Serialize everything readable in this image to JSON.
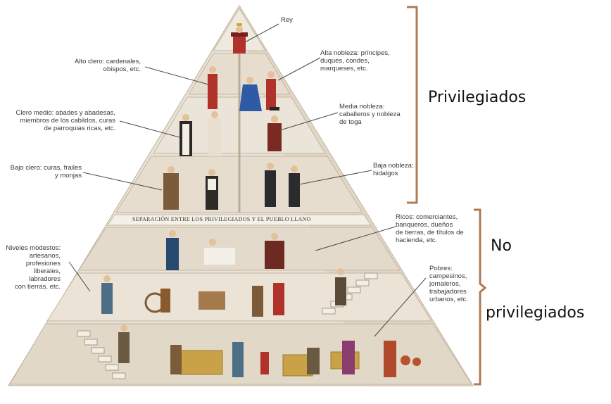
{
  "diagram": {
    "apex_label": "Rey",
    "separator_text": "SEPARACIÓN ENTRE LOS PRIVILEGIADOS Y EL PUEBLO LLANO",
    "left_labels": {
      "alto_clero": "Alto clero: cardenales,\nobispos, etc.",
      "clero_medio": "Clero medio: abades y abadesas,\nmiembros de los cabildos, curas\nde parroquias ricas, etc.",
      "bajo_clero": "Bajo clero: curas, frailes\ny monjas",
      "niveles_modestos": "Niveles modestos:\nartesanos,\nprofesiones\nliberales, labradores\ncon tierras, etc."
    },
    "right_labels": {
      "alta_nobleza": "Alta nobleza: príncipes,\nduques, condes,\nmarqueses, etc.",
      "media_nobleza": "Media nobleza:\ncaballeros y nobleza\nde toga",
      "baja_nobleza": "Baja nobleza:\nhidalgos",
      "ricos": "Ricos: comerciantes,\nbanqueros, dueños\nde tierras, de títulos de\nhacienda, etc.",
      "pobres": "Pobres:\ncampesinos,\njornaleros,\ntrabajadores\nurbanos, etc."
    },
    "groups": {
      "privilegiados": "Privilegiados",
      "no": "No",
      "privilegiados_lower": "privilegiados"
    },
    "colors": {
      "pyramid_light": "#ece6dc",
      "pyramid_mid": "#ddd3c3",
      "pyramid_shadow": "#c9bca7",
      "bracket": "#b07a52"
    }
  }
}
